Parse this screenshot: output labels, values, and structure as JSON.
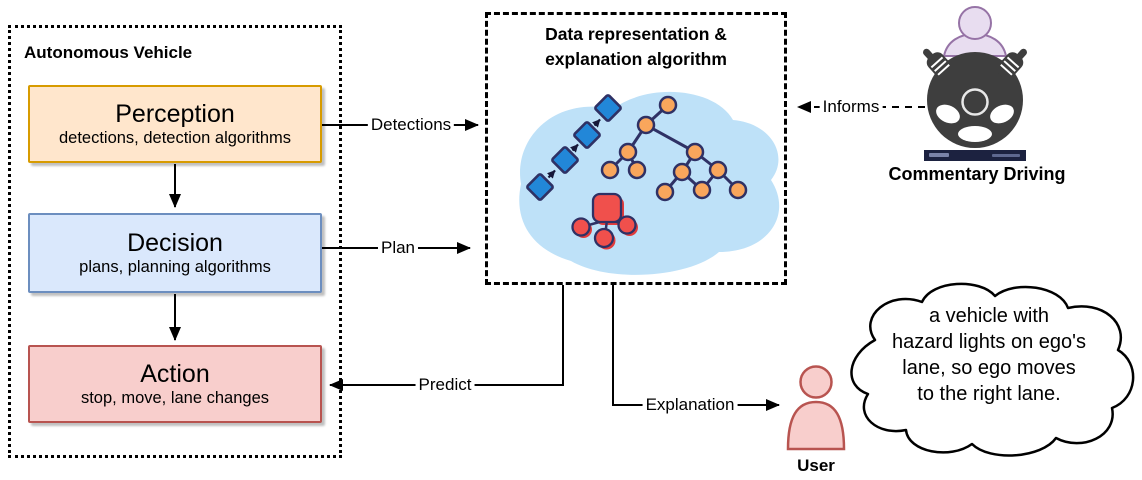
{
  "autonomous_vehicle": {
    "label": "Autonomous Vehicle",
    "boxes": [
      {
        "title": "Perception",
        "subtitle": "detections, detection algorithms"
      },
      {
        "title": "Decision",
        "subtitle": "plans, planning algorithms"
      },
      {
        "title": "Action",
        "subtitle": "stop, move, lane changes"
      }
    ]
  },
  "algorithm_box": {
    "title_line1": "Data representation &",
    "title_line2": "explanation algorithm"
  },
  "connectors": {
    "detections": "Detections",
    "plan": "Plan",
    "predict": "Predict",
    "explanation": "Explanation",
    "informs": "Informs"
  },
  "commentary": {
    "label": "Commentary Driving"
  },
  "user": {
    "label": "User"
  },
  "cloud": {
    "lines": [
      "a vehicle with",
      "hazard lights on ego's",
      "lane, so ego moves",
      "to the right lane."
    ]
  },
  "colors": {
    "perception_fill": "#FFE6CC",
    "perception_stroke": "#D79B00",
    "decision_fill": "#DAE8FC",
    "decision_stroke": "#6C8EBF",
    "action_fill": "#F8CECC",
    "action_stroke": "#B85450",
    "blob_fill": "#BEE1F8",
    "diamond_fill": "#2287D8",
    "tree_node_fill": "#F9A65C",
    "graph_stroke": "#2F3165",
    "red_node_fill": "#F0504C",
    "person_purple_fill": "#E8DDF0",
    "person_purple_stroke": "#9673A6",
    "user_fill": "#F8CECC",
    "user_stroke": "#B85450",
    "wheel_dark": "#3E3E3E",
    "connector_black": "#000000"
  }
}
